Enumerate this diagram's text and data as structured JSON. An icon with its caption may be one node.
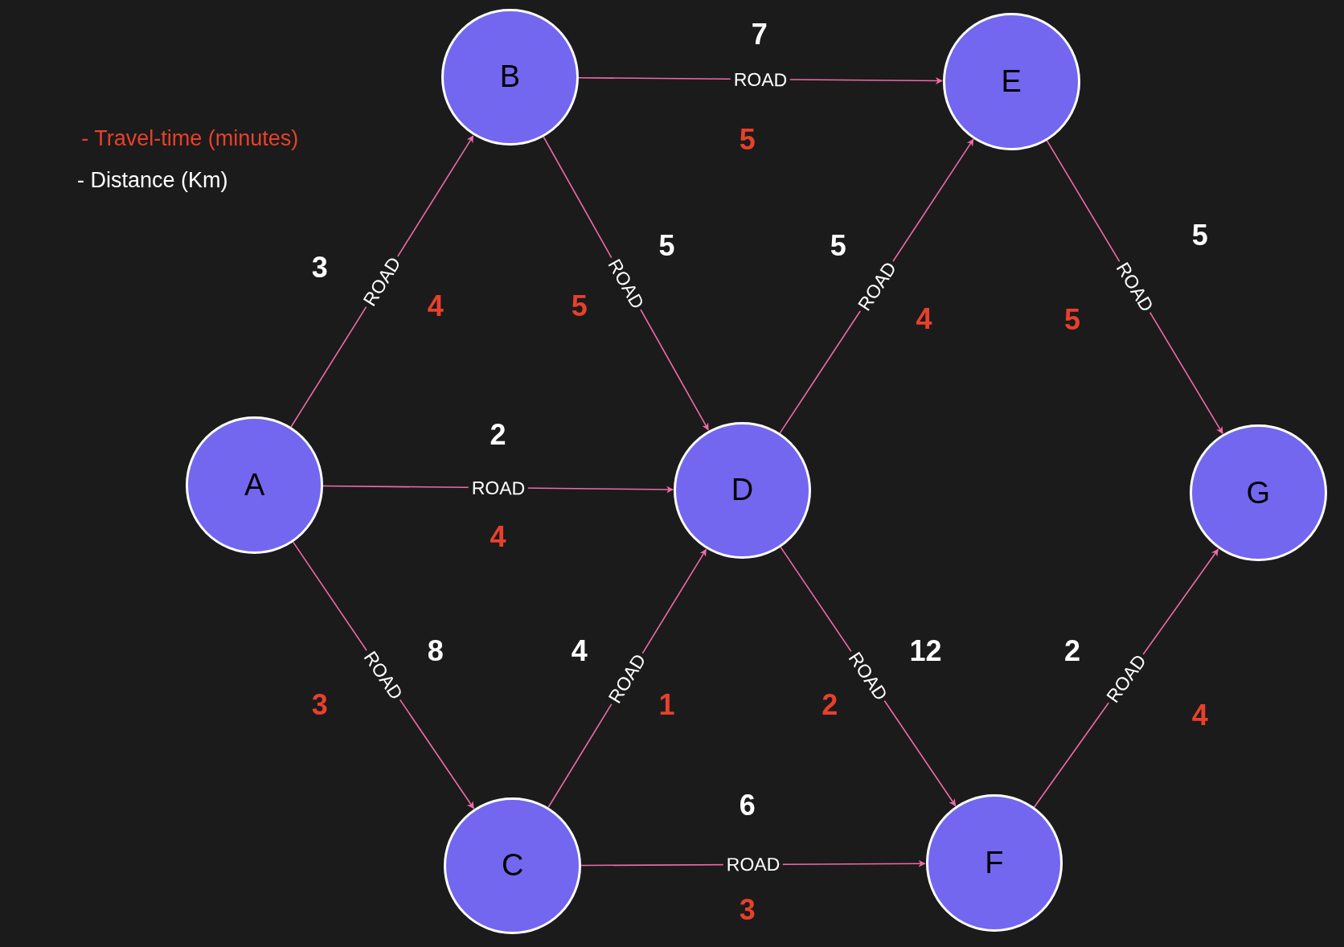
{
  "diagram": {
    "nodes": [
      {
        "text": [
          "A"
        ]
      },
      {
        "text": [
          "B"
        ]
      },
      {
        "text": [
          "C"
        ]
      },
      {
        "text": [
          "D"
        ]
      },
      {
        "text": [
          "E"
        ]
      },
      {
        "text": [
          "F"
        ]
      },
      {
        "text": [
          "G"
        ]
      }
    ],
    "edges": [
      {
        "from": 0,
        "to": 1,
        "arrow": "to",
        "label": "ROAD"
      },
      {
        "from": 0,
        "to": 3,
        "arrow": "to",
        "label": "ROAD"
      },
      {
        "from": 0,
        "to": 2,
        "arrow": "to",
        "label": "ROAD"
      },
      {
        "from": 1,
        "to": 4,
        "arrow": "to",
        "label": "ROAD"
      },
      {
        "from": 1,
        "to": 3,
        "arrow": "to",
        "label": "ROAD"
      },
      {
        "from": 3,
        "to": 4,
        "arrow": "to",
        "label": "ROAD"
      },
      {
        "from": 4,
        "to": 6,
        "arrow": "to",
        "label": "ROAD"
      },
      {
        "from": 2,
        "to": 3,
        "arrow": "to",
        "label": "ROAD"
      },
      {
        "from": 2,
        "to": 5,
        "arrow": "to",
        "label": "ROAD"
      },
      {
        "from": 3,
        "to": 5,
        "arrow": "to",
        "label": "ROAD"
      },
      {
        "from": 5,
        "to": 6,
        "arrow": "to",
        "label": "ROAD"
      }
    ],
    "labels": [
      "7",
      "- Travel-time (minutes)",
      "5",
      "- Distance (Km)",
      "5",
      "5",
      "5",
      "3",
      "4",
      "5",
      "4",
      "5",
      "2",
      "4",
      "8",
      "4",
      "12",
      "2",
      "3",
      "1",
      "2",
      "4",
      "6",
      "3"
    ]
  }
}
